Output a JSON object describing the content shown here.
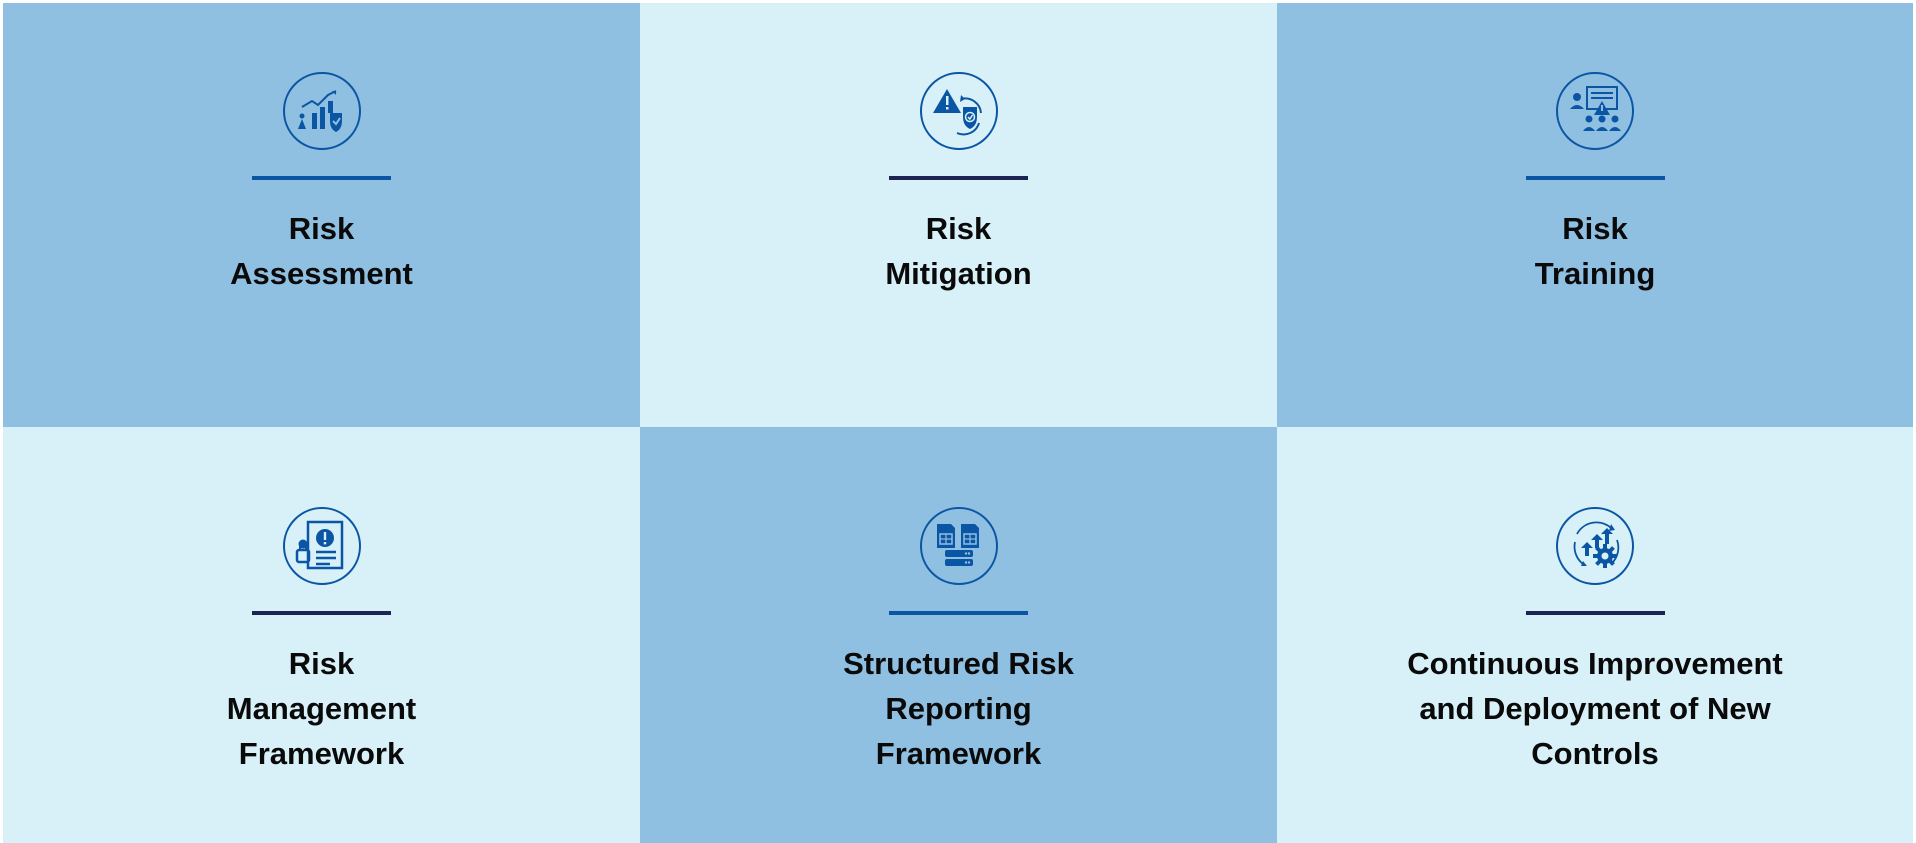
{
  "colors": {
    "tile_dark": "#8fbfe1",
    "tile_light": "#d8f1f8",
    "icon_blue": "#0b56a4",
    "rule_blue": "#0b56a4",
    "rule_navy": "#1b2452",
    "text": "#0a0a0a"
  },
  "tiles": [
    {
      "icon": "risk-assessment-chart-shield-icon",
      "title_lines": [
        "Risk",
        "Assessment"
      ]
    },
    {
      "icon": "warning-shield-cycle-icon",
      "title_lines": [
        "Risk",
        "Mitigation"
      ]
    },
    {
      "icon": "presentation-training-group-icon",
      "title_lines": [
        "Risk",
        "Training"
      ]
    },
    {
      "icon": "document-person-alert-icon",
      "title_lines": [
        "Risk",
        "Management",
        "Framework"
      ]
    },
    {
      "icon": "reports-server-icon",
      "title_lines": [
        "Structured Risk",
        "Reporting",
        "Framework"
      ]
    },
    {
      "icon": "improvement-gear-cycle-icon",
      "title_lines": [
        "Continuous Improvement",
        "and Deployment of New",
        "Controls"
      ]
    }
  ]
}
